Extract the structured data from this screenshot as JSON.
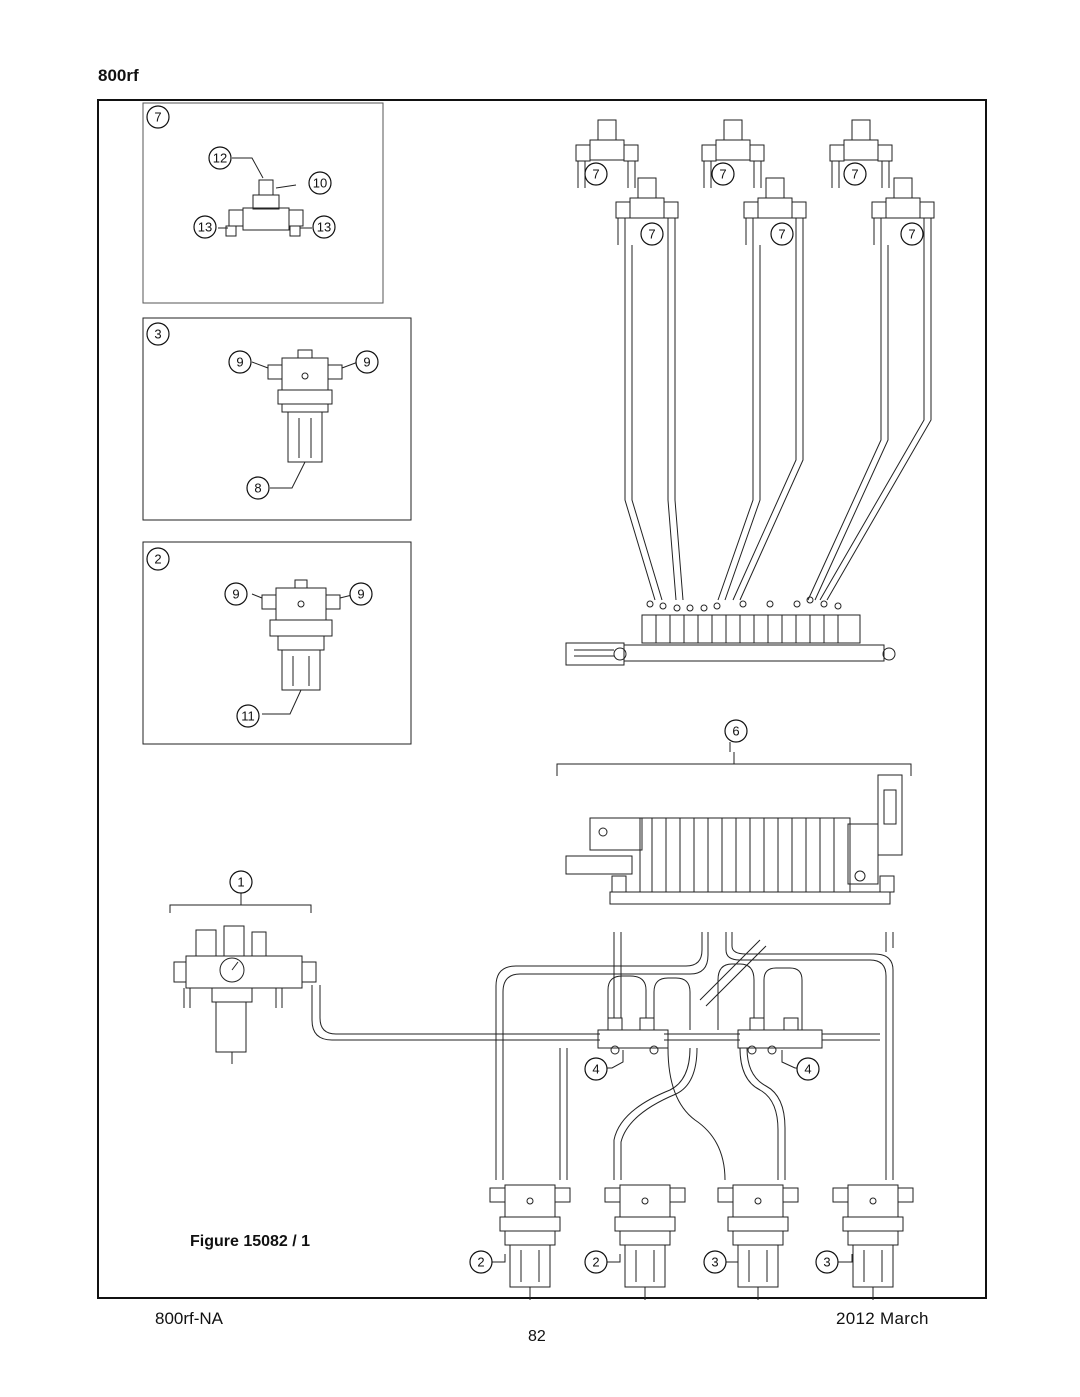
{
  "header": {
    "model": "800rf"
  },
  "figure": {
    "caption": "Figure 15082 / 1"
  },
  "footer": {
    "doc_id": "800rf-NA",
    "date": "2012 March",
    "page": "82"
  },
  "callouts": {
    "inset_valve": [
      "7",
      "12",
      "10",
      "13",
      "13"
    ],
    "inset_regulator_3": [
      "3",
      "9",
      "9",
      "8"
    ],
    "inset_regulator_2": [
      "2",
      "9",
      "9",
      "11"
    ],
    "valves_top": [
      "7",
      "7",
      "7",
      "7",
      "7",
      "7"
    ],
    "manifold": "6",
    "filter_unit": "1",
    "tees": [
      "4",
      "4"
    ],
    "regulators_bottom": [
      "2",
      "2",
      "3",
      "3"
    ]
  }
}
